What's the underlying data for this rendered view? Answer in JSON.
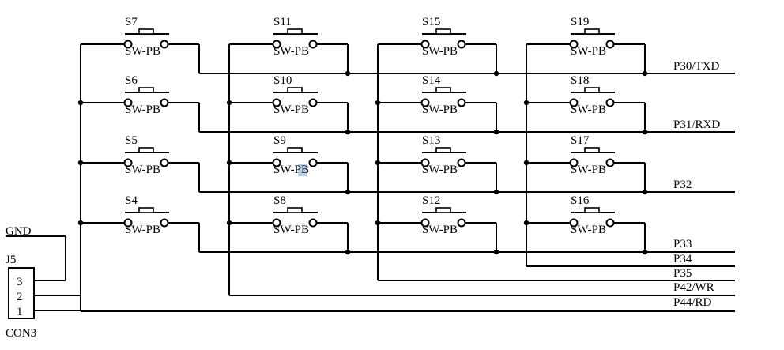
{
  "connector": {
    "ref": "J5",
    "value": "CON3",
    "pins": [
      "3",
      "2",
      "1"
    ]
  },
  "net_gnd": "GND",
  "switch_value": "SW-PB",
  "switch_refs": [
    [
      "S7",
      "S11",
      "S15",
      "S19"
    ],
    [
      "S6",
      "S10",
      "S14",
      "S18"
    ],
    [
      "S5",
      "S9",
      "S13",
      "S17"
    ],
    [
      "S4",
      "S8",
      "S12",
      "S16"
    ]
  ],
  "port_labels": [
    "P30/TXD",
    "P31/RXD",
    "P32",
    "P33",
    "P34",
    "P35",
    "P42/WR",
    "P44/RD"
  ],
  "highlight_color": "#b8d3ee"
}
